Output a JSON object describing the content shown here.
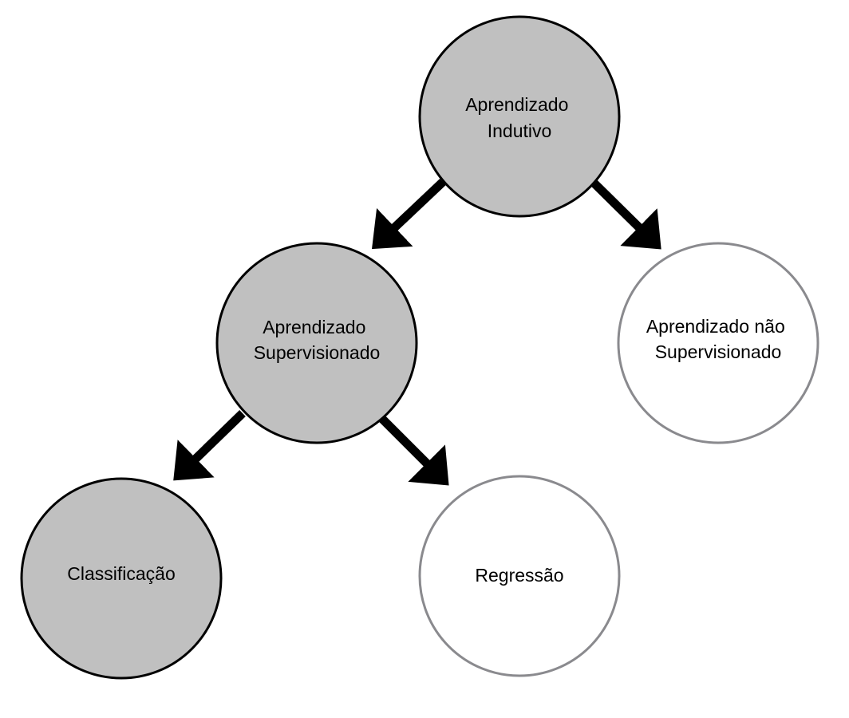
{
  "colors": {
    "filled_node": "#c0c0c0",
    "filled_stroke": "#000000",
    "hollow_node": "#ffffff",
    "hollow_stroke": "#8a8a8e",
    "arrow": "#000000",
    "text": "#000000"
  },
  "nodes": {
    "inductive": {
      "lines": [
        "Aprendizado",
        "Indutivo"
      ],
      "style": "filled"
    },
    "supervised": {
      "lines": [
        "Aprendizado",
        "Supervisionado"
      ],
      "style": "filled"
    },
    "unsupervised": {
      "lines": [
        "Aprendizado não",
        "Supervisionado"
      ],
      "style": "hollow"
    },
    "classification": {
      "lines": [
        "Classificação"
      ],
      "style": "filled"
    },
    "regression": {
      "lines": [
        "Regressão"
      ],
      "style": "hollow"
    }
  },
  "edges": [
    {
      "from": "inductive",
      "to": "supervised"
    },
    {
      "from": "inductive",
      "to": "unsupervised"
    },
    {
      "from": "supervised",
      "to": "classification"
    },
    {
      "from": "supervised",
      "to": "regression"
    }
  ]
}
